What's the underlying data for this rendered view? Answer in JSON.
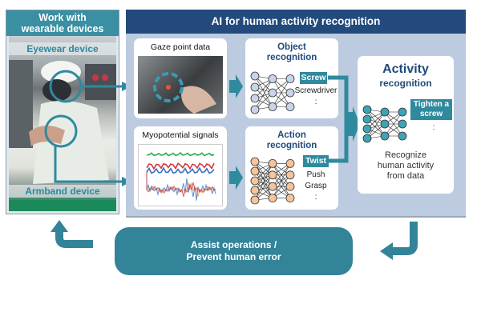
{
  "left_panel": {
    "title_line1": "Work with",
    "title_line2": "wearable devices",
    "eyewear_label": "Eyewear device",
    "armband_label": "Armband device"
  },
  "main_panel": {
    "title": "AI for human activity recognition",
    "gaze": {
      "title": "Gaze point data"
    },
    "myo": {
      "title": "Myopotential signals"
    },
    "object_recognition": {
      "title_line1": "Object",
      "title_line2": "recognition",
      "top_result": "Screw",
      "other_results": [
        "Screwdriver",
        ":"
      ]
    },
    "action_recognition": {
      "title_line1": "Action",
      "title_line2": "recognition",
      "top_result": "Twist",
      "other_results": [
        "Push",
        "Grasp",
        ":"
      ]
    },
    "activity_recognition": {
      "title_line1": "Activity",
      "title_line2": "recognition",
      "top_result_line1": "Tighten a",
      "top_result_line2": "screw",
      "ellipsis": ":",
      "desc_line1": "Recognize",
      "desc_line2": "human activity",
      "desc_line3": "from data"
    }
  },
  "bottom": {
    "line1": "Assist operations /",
    "line2": "Prevent human error"
  },
  "colors": {
    "teal": "#338399",
    "navy": "#234a7c",
    "panel_bg": "#bccbe0",
    "node_blue": "#c9d3ea",
    "node_orange": "#f6c49a",
    "node_teal": "#3ea3b5",
    "signal_green": "#22b04b",
    "signal_red": "#d23a3a",
    "signal_blue": "#3a6fc2",
    "signal_orange": "#f08a2a"
  }
}
